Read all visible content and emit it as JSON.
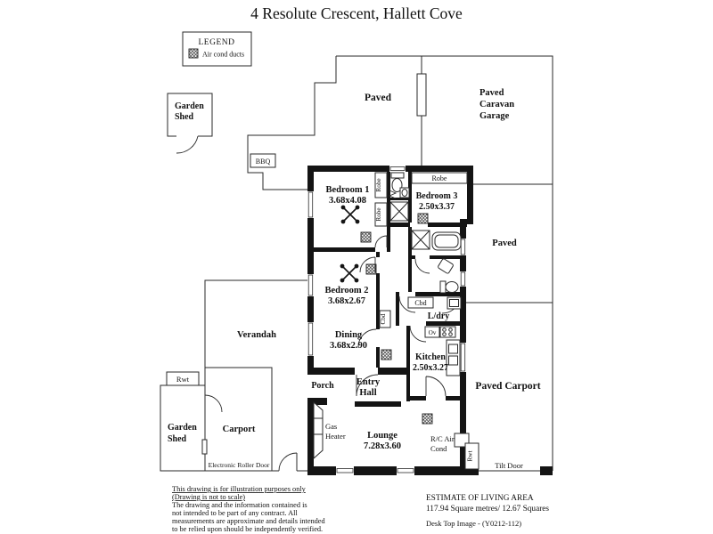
{
  "title": "4 Resolute Crescent,  Hallett Cove",
  "legend": {
    "title": "LEGEND",
    "air_duct_label": "Air cond ducts"
  },
  "outdoor": {
    "garden_shed_top_line1": "Garden",
    "garden_shed_top_line2": "Shed",
    "bbq": "BBQ",
    "paved_top": "Paved",
    "garage_line1": "Paved",
    "garage_line2": "Caravan",
    "garage_line3": "Garage",
    "paved_right": "Paved",
    "paved_carport": "Paved Carport",
    "verandah": "Verandah",
    "carport": "Carport",
    "garden_shed_bottom_line1": "Garden",
    "garden_shed_bottom_line2": "Shed",
    "electronic_roller_door": "Electronic Roller Door",
    "tilt_door": "Tilt Door",
    "rwt_left": "Rwt",
    "rwt_bottom": "Rwt"
  },
  "rooms": {
    "bedroom1": {
      "name": "Bedroom 1",
      "dims": "3.68x4.08"
    },
    "bedroom2": {
      "name": "Bedroom 2",
      "dims": "3.68x2.67"
    },
    "bedroom3": {
      "name": "Bedroom 3",
      "dims": "2.50x3.37"
    },
    "dining": {
      "name": "Dining",
      "dims": "3.68x2.90"
    },
    "kitchen": {
      "name": "Kitchen",
      "dims": "2.50x3.27"
    },
    "lounge": {
      "name": "Lounge",
      "dims": "7.28x3.60"
    },
    "laundry": "L/dry",
    "entry_line1": "Entry",
    "entry_line2": "Hall",
    "porch": "Porch"
  },
  "fixtures": {
    "robe_vertical_1": "Robe",
    "robe_vertical_2": "Robe",
    "robe_bedroom3": "Robe",
    "cbd_vertical": "Cbd",
    "cbd_laundry": "Cbd",
    "oven": "Ov",
    "gas_heater_line1": "Gas",
    "gas_heater_line2": "Heater",
    "rc_air_line1": "R/C Air",
    "rc_air_line2": "Cond"
  },
  "footer": {
    "disclaimer": [
      "This drawing is for illustration purposes only",
      "(Drawing is not to scale)",
      "The drawing and the information contained is",
      "not intended to be part of any contract.  All",
      "measurements are approximate and details intended",
      "to be relied upon should be independently verified."
    ],
    "estimate_title": "ESTIMATE OF LIVING AREA",
    "estimate_value": "117.94 Square metres/  12.67 Squares",
    "credit": "Desk Top Image -  (Y0212-112)"
  }
}
